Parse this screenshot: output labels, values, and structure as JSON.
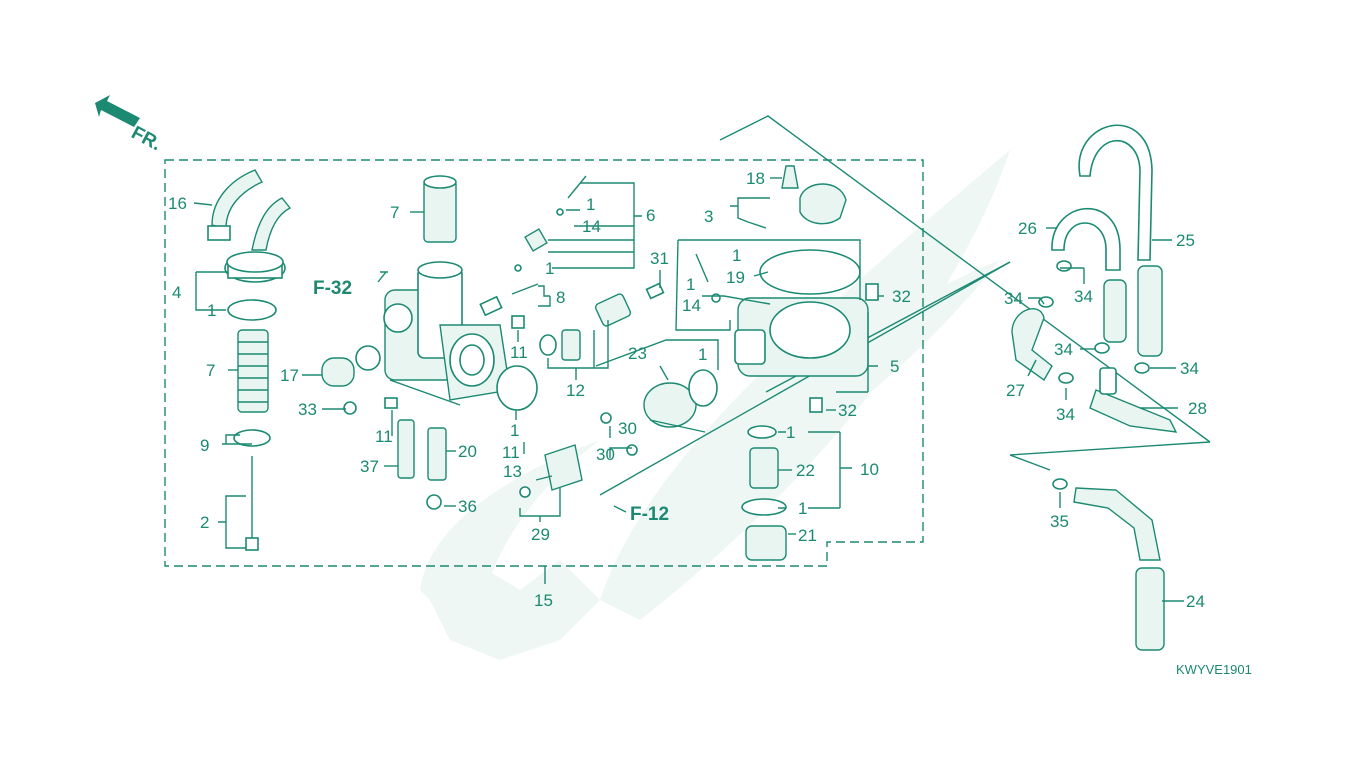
{
  "diagram": {
    "front_marker": "FR.",
    "code": "KWYVE1901",
    "refs": {
      "f32": "F-32",
      "f12": "F-12"
    },
    "labels": [
      "16",
      "4",
      "1",
      "7",
      "7",
      "9",
      "2",
      "17",
      "33",
      "11",
      "37",
      "20",
      "36",
      "1",
      "14",
      "6",
      "1",
      "8",
      "11",
      "12",
      "31",
      "11",
      "23",
      "1",
      "1",
      "30",
      "30",
      "13",
      "29",
      "18",
      "3",
      "1",
      "19",
      "1",
      "14",
      "32",
      "5",
      "32",
      "1",
      "22",
      "10",
      "1",
      "21",
      "26",
      "25",
      "34",
      "34",
      "34",
      "34",
      "27",
      "34",
      "28",
      "35",
      "24",
      "15"
    ],
    "colors": {
      "line": "#1c8a72",
      "watermark": "#eef7f4"
    }
  }
}
